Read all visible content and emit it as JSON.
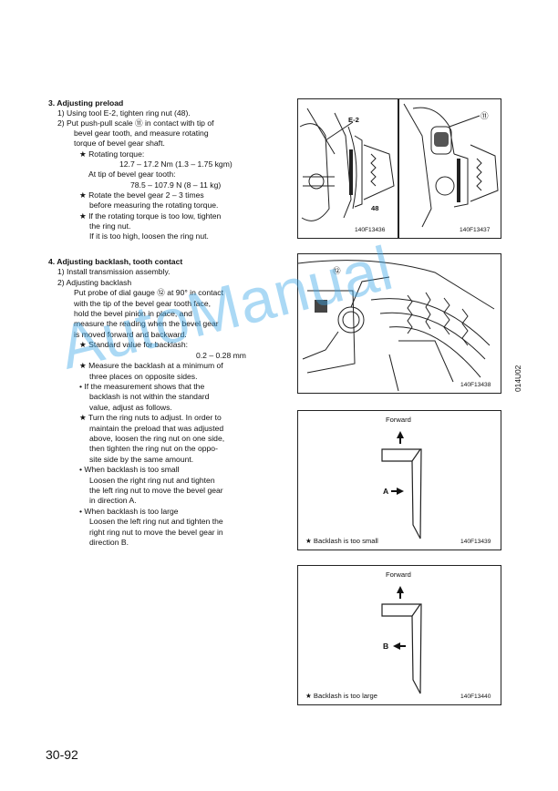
{
  "section3": {
    "heading": "3. Adjusting preload",
    "lines": [
      "1)  Using tool E-2, tighten ring nut (48).",
      "2)  Put push-pull scale ⑪ in contact with tip of",
      "bevel gear tooth, and measure rotating",
      "torque of bevel gear shaft.",
      "★  Rotating torque:",
      "12.7 – 17.2 Nm (1.3 – 1.75 kgm)",
      "At tip of bevel gear tooth:",
      "78.5 – 107.9 N (8 – 11 kg)",
      "★  Rotate the bevel gear 2 – 3 times",
      "before measuring the rotating torque.",
      "★  If the rotating torque is too low, tighten",
      "the ring nut.",
      "If it is too high, loosen the ring nut."
    ]
  },
  "section4": {
    "heading": "4. Adjusting backlash, tooth contact",
    "lines": [
      "1)  Install transmission assembly.",
      "2)  Adjusting backlash",
      "Put probe of dial gauge ⑫ at 90° in contact",
      "with the tip of the bevel gear tooth face,",
      "hold the bevel pinion in place, and",
      "measure the reading when the bevel gear",
      "is moved forward and backward.",
      "★  Standard value for backlash:",
      "0.2 – 0.28 mm",
      "★  Measure the backlash at a minimum of",
      "three places on opposite sides.",
      "•  If the measurement shows that the",
      "backlash is not within the standard",
      "value, adjust as follows.",
      "★  Turn the ring nuts to adjust. In order to",
      "maintain the preload that was adjusted",
      "above, loosen the ring nut on one side,",
      "then tighten the ring nut on the oppo-",
      "site side by the same amount.",
      "•  When backlash is too small",
      "Loosen the right ring nut and tighten",
      "the left ring nut to move the bevel gear",
      "in direction A.",
      "•  When backlash is too large",
      "Loosen the left ring nut and tighten the",
      "right ring nut to move the bevel gear in",
      "direction B."
    ]
  },
  "figures": {
    "fig1": {
      "code": "140F13436",
      "label_tool": "E-2",
      "label_nut": "48"
    },
    "fig2": {
      "code": "140F13437",
      "label_scale": "⑪"
    },
    "fig3": {
      "code": "140F13438",
      "label_gauge": "⑫"
    },
    "fig4": {
      "code": "140F13439",
      "forward": "Forward",
      "dir": "A",
      "caption": "★  Backlash is too small"
    },
    "fig5": {
      "code": "140F13440",
      "forward": "Forward",
      "dir": "B",
      "caption": "★  Backlash is too large"
    }
  },
  "page_number": "30-92",
  "side_code": "014U02",
  "watermark": "AutoManual"
}
